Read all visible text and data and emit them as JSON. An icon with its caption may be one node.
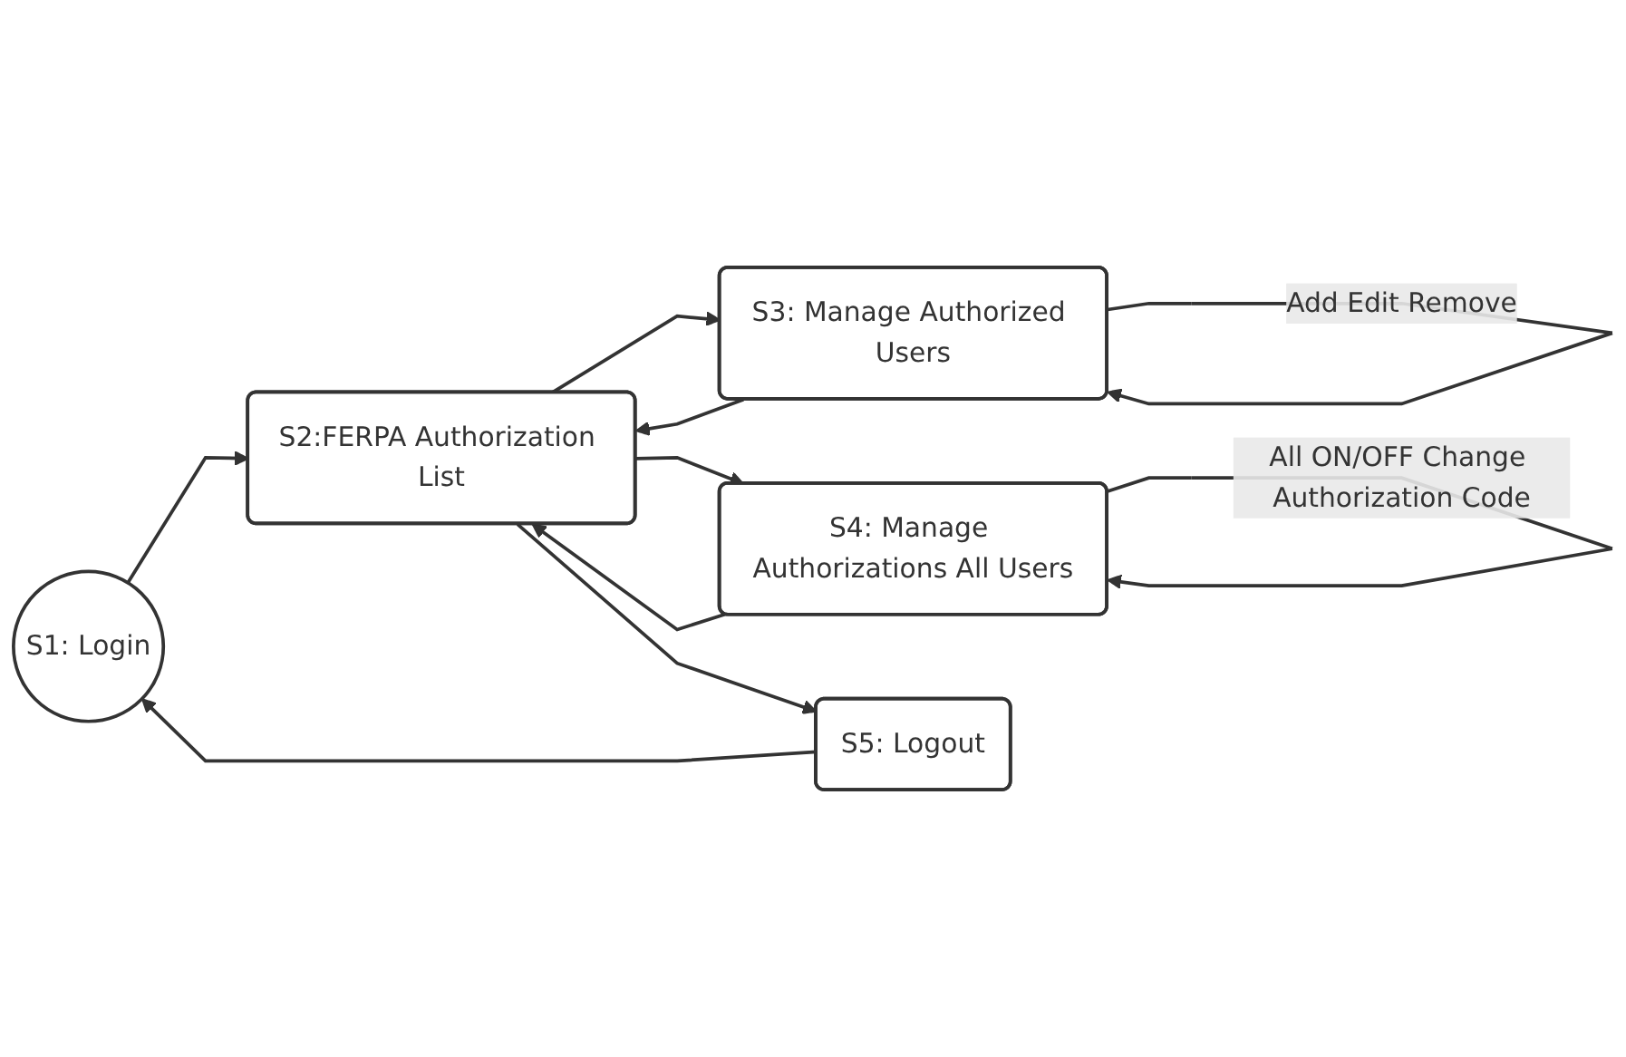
{
  "diagram": {
    "nodes": [
      {
        "text": [
          "S1: Login"
        ]
      },
      {
        "text": [
          "S2:FERPA Authorization List"
        ]
      },
      {
        "text": [
          "S3: Manage Authorized Users"
        ]
      },
      {
        "text": [
          "S4: Manage Authorizations All Users"
        ]
      },
      {
        "text": [
          "S5: Logout"
        ]
      }
    ],
    "edges": [
      {
        "from": 0,
        "to": 1,
        "arrow": "to"
      },
      {
        "from": 1,
        "to": 2,
        "arrow": "to"
      },
      {
        "from": 2,
        "to": 1,
        "arrow": "to"
      },
      {
        "from": 2,
        "to": 2,
        "arrow": "to",
        "label": "Add Edit Remove"
      },
      {
        "from": 1,
        "to": 4,
        "arrow": "to"
      },
      {
        "from": 1,
        "to": 3,
        "arrow": "to"
      },
      {
        "from": 3,
        "to": 1,
        "arrow": "to"
      },
      {
        "from": 3,
        "to": 3,
        "arrow": "to",
        "label": "All ON/OFF Change Authorization Code"
      },
      {
        "from": 4,
        "to": 0,
        "arrow": "to"
      }
    ]
  }
}
